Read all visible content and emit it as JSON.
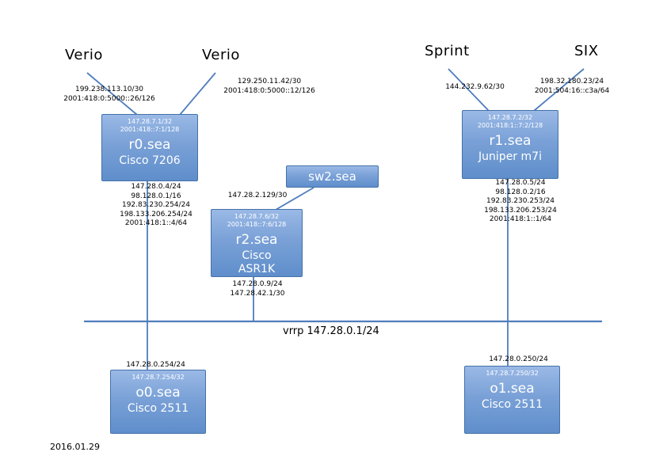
{
  "colors": {
    "wire": "#4e7dbd",
    "node_fill_top": "#9ab9e6",
    "node_fill_bottom": "#5f8ecb",
    "node_border": "#4472a8",
    "node_text": "#ffffff"
  },
  "providers": {
    "verio1": {
      "label": "Verio",
      "addresses": [
        "199.238.113.10/30",
        "2001:418:0:5000::26/126"
      ]
    },
    "verio2": {
      "label": "Verio",
      "addresses": [
        "129.250.11.42/30",
        "2001:418:0:5000::12/126"
      ]
    },
    "sprint": {
      "label": "Sprint",
      "addresses": [
        "144.232.9.62/30"
      ]
    },
    "six": {
      "label": "SIX",
      "addresses": [
        "198.32.180.23/24",
        "2001:504:16::c3a/64"
      ]
    }
  },
  "nodes": {
    "r0": {
      "name": "r0.sea",
      "model_lines": [
        "Cisco 7206"
      ],
      "loopbacks": [
        "147.28.7.1/32",
        "2001:418::7:1/128"
      ],
      "lan_addresses": [
        "147.28.0.4/24",
        "98.128.0.1/16",
        "192.83.230.254/24",
        "198.133.206.254/24",
        "2001:418:1::4/64"
      ]
    },
    "r1": {
      "name": "r1.sea",
      "model_lines": [
        "Juniper m7i"
      ],
      "loopbacks": [
        "147.28.7.2/32",
        "2001:418:1::7:2/128"
      ],
      "lan_addresses": [
        "147.28.0.5/24",
        "98.128.0.2/16",
        "192.83.230.253/24",
        "198.133.206.253/24",
        "2001:418:1::1/64"
      ]
    },
    "sw2": {
      "name": "sw2.sea"
    },
    "r2": {
      "name": "r2.sea",
      "model_lines": [
        "Cisco",
        "ASR1K"
      ],
      "loopbacks": [
        "147.28.7.6/32",
        "2001:418::7:6/128"
      ],
      "uplink_address": "147.28.2.129/30",
      "lan_addresses": [
        "147.28.0.9/24",
        "147.28.42.1/30"
      ]
    },
    "o0": {
      "name": "o0.sea",
      "model_lines": [
        "Cisco 2511"
      ],
      "loopbacks": [
        "147.28.7.254/32"
      ],
      "lan_addresses": [
        "147.28.0.254/24"
      ]
    },
    "o1": {
      "name": "o1.sea",
      "model_lines": [
        "Cisco 2511"
      ],
      "loopbacks": [
        "147.28.7.250/32"
      ],
      "lan_addresses": [
        "147.28.0.250/24"
      ]
    }
  },
  "bus": {
    "label": "vrrp 147.28.0.1/24"
  },
  "date": "2016.01.29"
}
